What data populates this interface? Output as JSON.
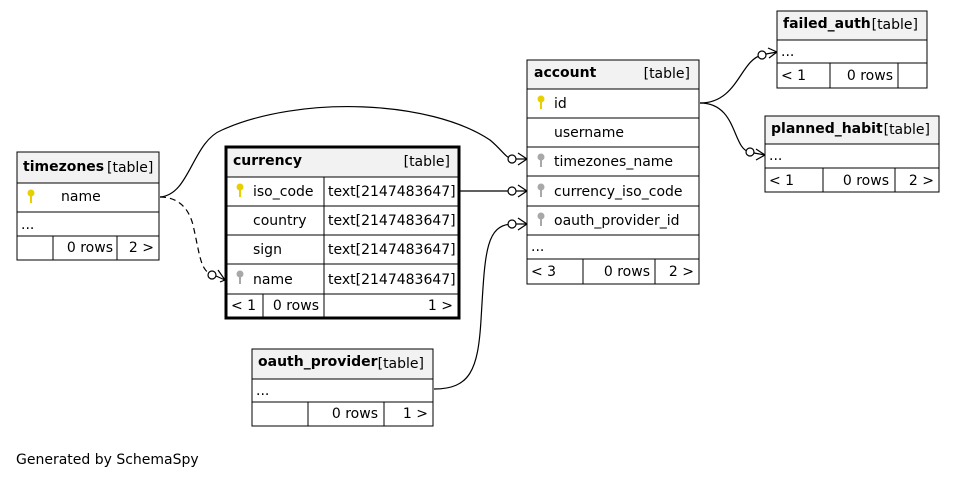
{
  "tables": {
    "timezones": {
      "name": "timezones",
      "kind": "[table]",
      "columns": [
        {
          "name": "name",
          "type": "",
          "key": "primary"
        }
      ],
      "more": "...",
      "footer": {
        "parents": "",
        "rows": "0 rows",
        "children": "2 >"
      }
    },
    "currency": {
      "name": "currency",
      "kind": "[table]",
      "columns": [
        {
          "name": "iso_code",
          "type": "text[2147483647]",
          "key": "primary"
        },
        {
          "name": "country",
          "type": "text[2147483647]",
          "key": ""
        },
        {
          "name": "sign",
          "type": "text[2147483647]",
          "key": ""
        },
        {
          "name": "name",
          "type": "text[2147483647]",
          "key": "foreign"
        }
      ],
      "footer": {
        "parents": "< 1",
        "rows": "0 rows",
        "children": "1 >"
      }
    },
    "oauth_provider": {
      "name": "oauth_provider",
      "kind": "[table]",
      "more": "...",
      "footer": {
        "parents": "",
        "rows": "0 rows",
        "children": "1 >"
      }
    },
    "account": {
      "name": "account",
      "kind": "[table]",
      "columns": [
        {
          "name": "id",
          "key": "primary"
        },
        {
          "name": "username",
          "key": ""
        },
        {
          "name": "timezones_name",
          "key": "foreign"
        },
        {
          "name": "currency_iso_code",
          "key": "foreign"
        },
        {
          "name": "oauth_provider_id",
          "key": "foreign"
        }
      ],
      "more": "...",
      "footer": {
        "parents": "< 3",
        "rows": "0 rows",
        "children": "2 >"
      }
    },
    "failed_auth": {
      "name": "failed_auth",
      "kind": "[table]",
      "more": "...",
      "footer": {
        "parents": "< 1",
        "rows": "0 rows",
        "children": ""
      }
    },
    "planned_habit": {
      "name": "planned_habit",
      "kind": "[table]",
      "more": "...",
      "footer": {
        "parents": "< 1",
        "rows": "0 rows",
        "children": "2 >"
      }
    }
  },
  "colors": {
    "primary_key": "#e8d000",
    "foreign_key": "#a8a8a8",
    "header_bg": "#f2f2f2"
  },
  "icons": {
    "primary_key": "key-icon",
    "foreign_key": "key-icon"
  },
  "footer_text": "Generated by SchemaSpy"
}
